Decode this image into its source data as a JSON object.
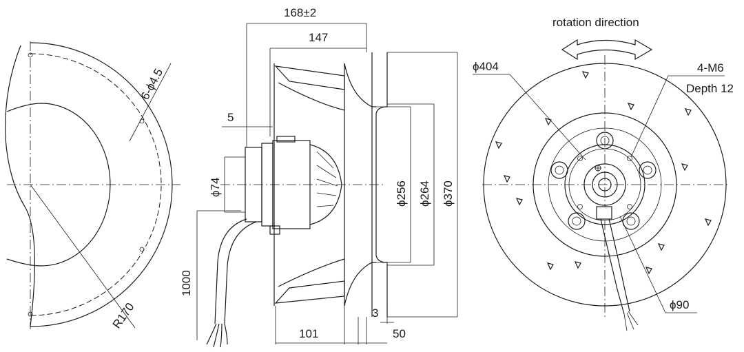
{
  "labels": {
    "overall_length": "168±2",
    "housing_length": "147",
    "flange": "5",
    "motor_dia": "ϕ74",
    "cable_length": "1000",
    "dia_256": "ϕ256",
    "dia_264": "ϕ264",
    "dia_370": "ϕ370",
    "gap_3": "3",
    "depth_101": "101",
    "depth_50": "50",
    "holes": "6-ϕ4.5",
    "radius": "R170",
    "rotation": "rotation direction",
    "impeller_dia": "ϕ404",
    "thread": "4-M6",
    "thread_depth": "Depth 12",
    "hub_dia": "ϕ90"
  }
}
